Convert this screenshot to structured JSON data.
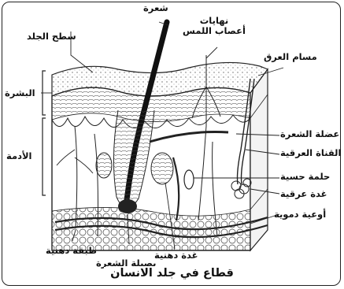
{
  "caption": "قطاع في جلد الانسان",
  "labels": {
    "hair": "شعرة",
    "skin_surface": "سطح الجلد",
    "nerve_endings_line1": "نهايات",
    "nerve_endings_line2": "أعصاب اللمس",
    "sweat_pores": "مسام العرق",
    "epidermis": "البشرة",
    "dermis": "الأدمة",
    "hair_muscle": "عضلة الشعرة",
    "sweat_duct": "القناة العرقية",
    "sensory_papilla": "حلمة حسية",
    "sweat_gland": "غدة عرقية",
    "blood_vessels": "أوعية دموية",
    "fat_layer": "طبقة دهنية",
    "sebaceous_gland": "غدة دهنية",
    "hair_bulb": "بصيلة الشعرة"
  }
}
